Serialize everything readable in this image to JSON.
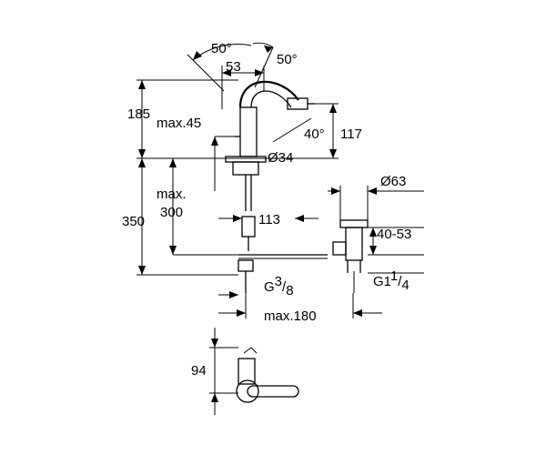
{
  "labels": {
    "angle_left": "50°",
    "angle_right": "50°",
    "width_53": "53",
    "height_185": "185",
    "max_45": "max.45",
    "angle_40": "40°",
    "height_117": "117",
    "diameter_34": "Ø34",
    "diameter_63": "Ø63",
    "max_word": "max.",
    "max_300": "300",
    "height_350": "350",
    "length_113": "113",
    "range_40_53": "40-53",
    "thread_g_left": "G",
    "thread_g_left_num": "3",
    "thread_g_left_den": "8",
    "thread_g_right": "G1",
    "thread_g_right_num": "1",
    "thread_g_right_den": "4",
    "max_180": "max.180",
    "height_94": "94"
  }
}
